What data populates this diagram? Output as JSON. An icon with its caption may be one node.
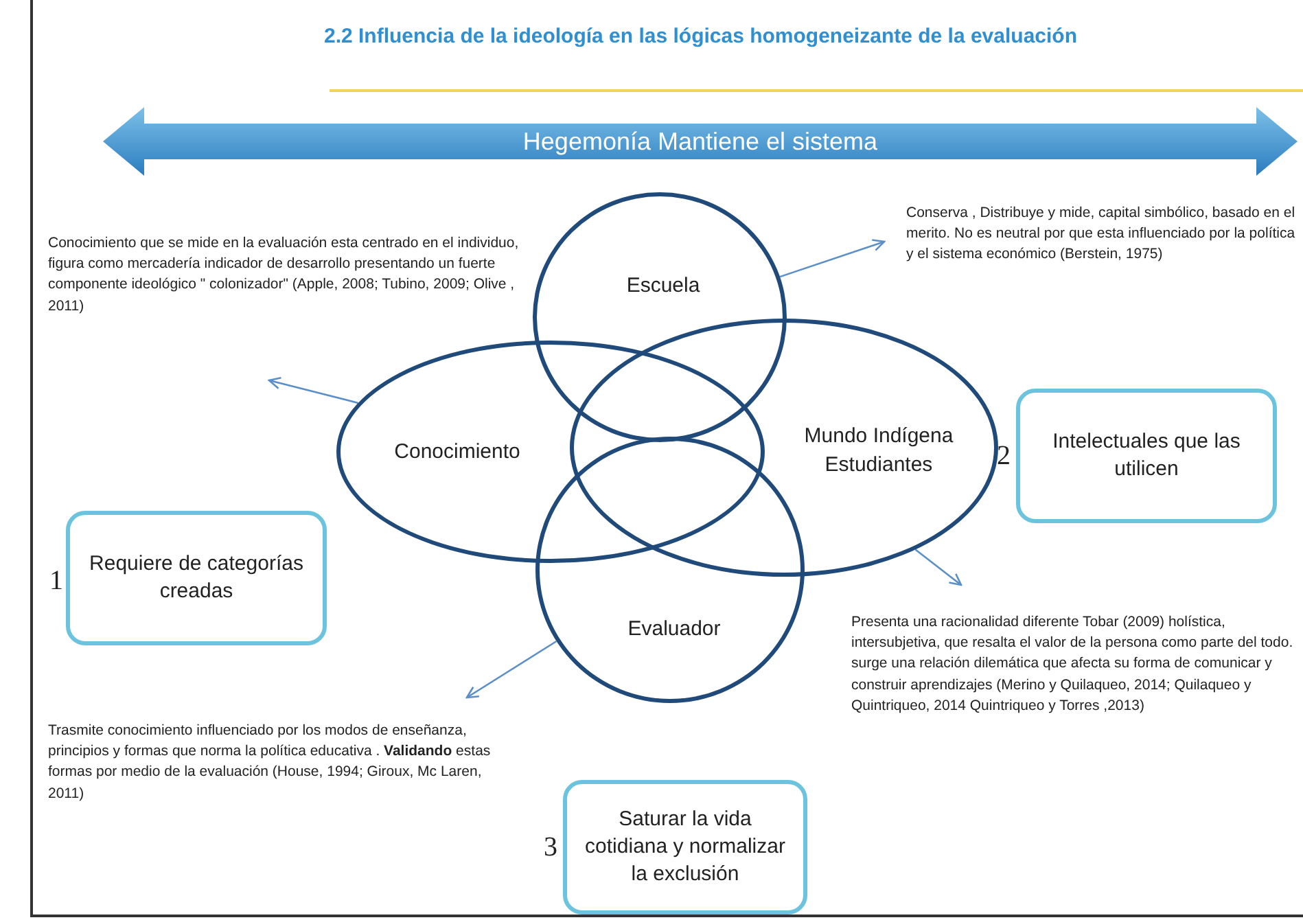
{
  "diagram": {
    "title": "2.2 Influencia de la ideología en las lógicas homogeneizante de la evaluación",
    "nodes": [
      {
        "text": [
          "Hegemonía Mantiene el sistema"
        ]
      },
      {
        "text": [
          "Escuela"
        ]
      },
      {
        "text": [
          "Conocimiento"
        ]
      },
      {
        "text": [
          "Mundo Indígena Estudiantes"
        ]
      },
      {
        "text": [
          "Evaluador"
        ]
      },
      {
        "text": [
          "Conocimiento que se mide en la evaluación esta centrado en el individuo, figura como mercadería indicador de desarrollo presentando un fuerte componente ideológico \" colonizador\" (Apple, 2008; Tubino, 2009; Olive , 2011)"
        ]
      },
      {
        "text": [
          "Conserva , Distribuye y mide, capital simbólico, basado en el merito. No es neutral por que esta influenciado por la política y el sistema económico (Berstein, 1975)"
        ]
      },
      {
        "text": [
          "Presenta una racionalidad diferente Tobar (2009) holística, intersubjetiva, que resalta el valor de la persona como parte del todo. surge una relación dilemática que afecta su forma de comunicar y construir aprendizajes (Merino y Quilaqueo, 2014; Quilaqueo y Quintriqueo, 2014 Quintriqueo y Torres ,2013)"
        ]
      },
      {
        "text": [
          "Trasmite conocimiento influenciado por los modos de enseñanza, principios y formas que norma la política educativa . **Validando** estas formas por medio de la evaluación (House, 1994; Giroux, Mc Laren, 2011)"
        ]
      },
      {
        "text": [
          "Requiere de categorías creadas"
        ],
        "beside": [
          "1"
        ]
      },
      {
        "text": [
          "Intelectuales que las utilicen"
        ],
        "beside": [
          "2"
        ]
      },
      {
        "text": [
          "Saturar la vida cotidiana y normalizar la exclusión"
        ],
        "beside": [
          "3"
        ]
      }
    ],
    "edges": [
      {
        "from": 2,
        "to": 5,
        "arrow": "to"
      },
      {
        "from": 1,
        "to": 6,
        "arrow": "to"
      },
      {
        "from": 3,
        "to": 7,
        "arrow": "to"
      },
      {
        "from": 4,
        "to": 8,
        "arrow": "to"
      }
    ]
  }
}
